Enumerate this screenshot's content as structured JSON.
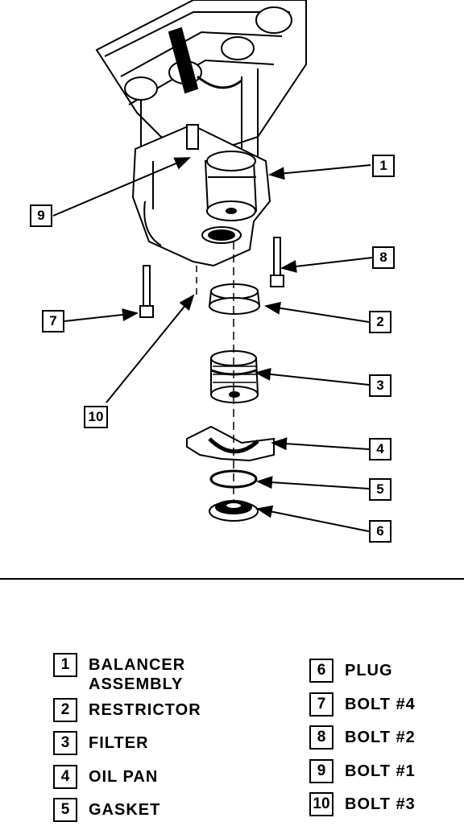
{
  "callouts": [
    {
      "num": "1"
    },
    {
      "num": "2"
    },
    {
      "num": "3"
    },
    {
      "num": "4"
    },
    {
      "num": "5"
    },
    {
      "num": "6"
    },
    {
      "num": "7"
    },
    {
      "num": "8"
    },
    {
      "num": "9"
    },
    {
      "num": "10"
    }
  ],
  "legend": [
    {
      "num": "1",
      "label": "BALANCER\nASSEMBLY"
    },
    {
      "num": "2",
      "label": "RESTRICTOR"
    },
    {
      "num": "3",
      "label": "FILTER"
    },
    {
      "num": "4",
      "label": "OIL PAN"
    },
    {
      "num": "5",
      "label": "GASKET"
    },
    {
      "num": "6",
      "label": "PLUG"
    },
    {
      "num": "7",
      "label": "BOLT #4"
    },
    {
      "num": "8",
      "label": "BOLT #2"
    },
    {
      "num": "9",
      "label": "BOLT #1"
    },
    {
      "num": "10",
      "label": "BOLT #3"
    }
  ]
}
